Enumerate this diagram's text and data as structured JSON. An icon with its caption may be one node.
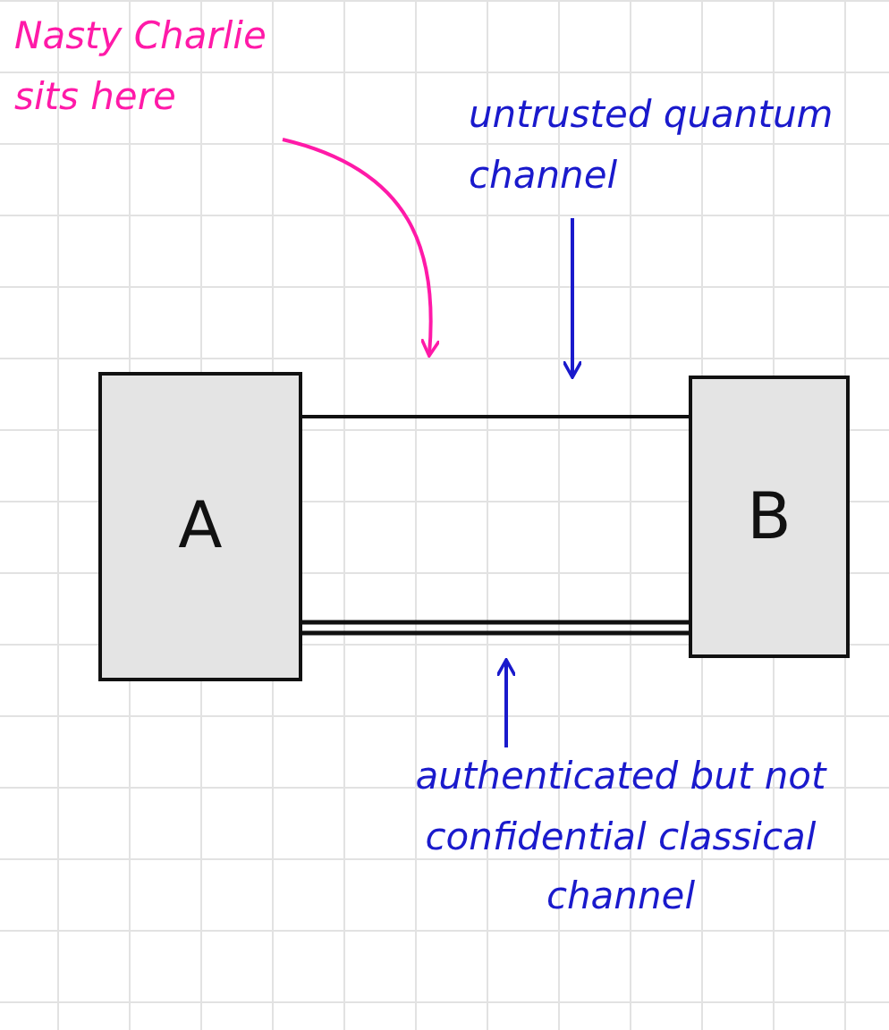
{
  "diagram": {
    "nodes": [
      {
        "text": [
          "Nasty Charlie sits here"
        ]
      },
      {
        "text": [
          "untrusted quantum channel"
        ]
      },
      {
        "text": [
          "A"
        ]
      },
      {
        "text": [
          "B"
        ]
      },
      {
        "text": [
          "authenticated but not confidential classical channel"
        ]
      }
    ],
    "edges": [
      {
        "from": 2,
        "to": 3,
        "arrow": "none"
      },
      {
        "from": 2,
        "to": 3,
        "arrow": "none"
      },
      {
        "from": 0,
        "to": null,
        "arrow": "to",
        "color": "#ff1aa8"
      },
      {
        "from": 1,
        "to": null,
        "arrow": "to",
        "color": "#1a1acc"
      },
      {
        "from": 4,
        "to": null,
        "arrow": "to",
        "color": "#1a1acc"
      }
    ]
  }
}
